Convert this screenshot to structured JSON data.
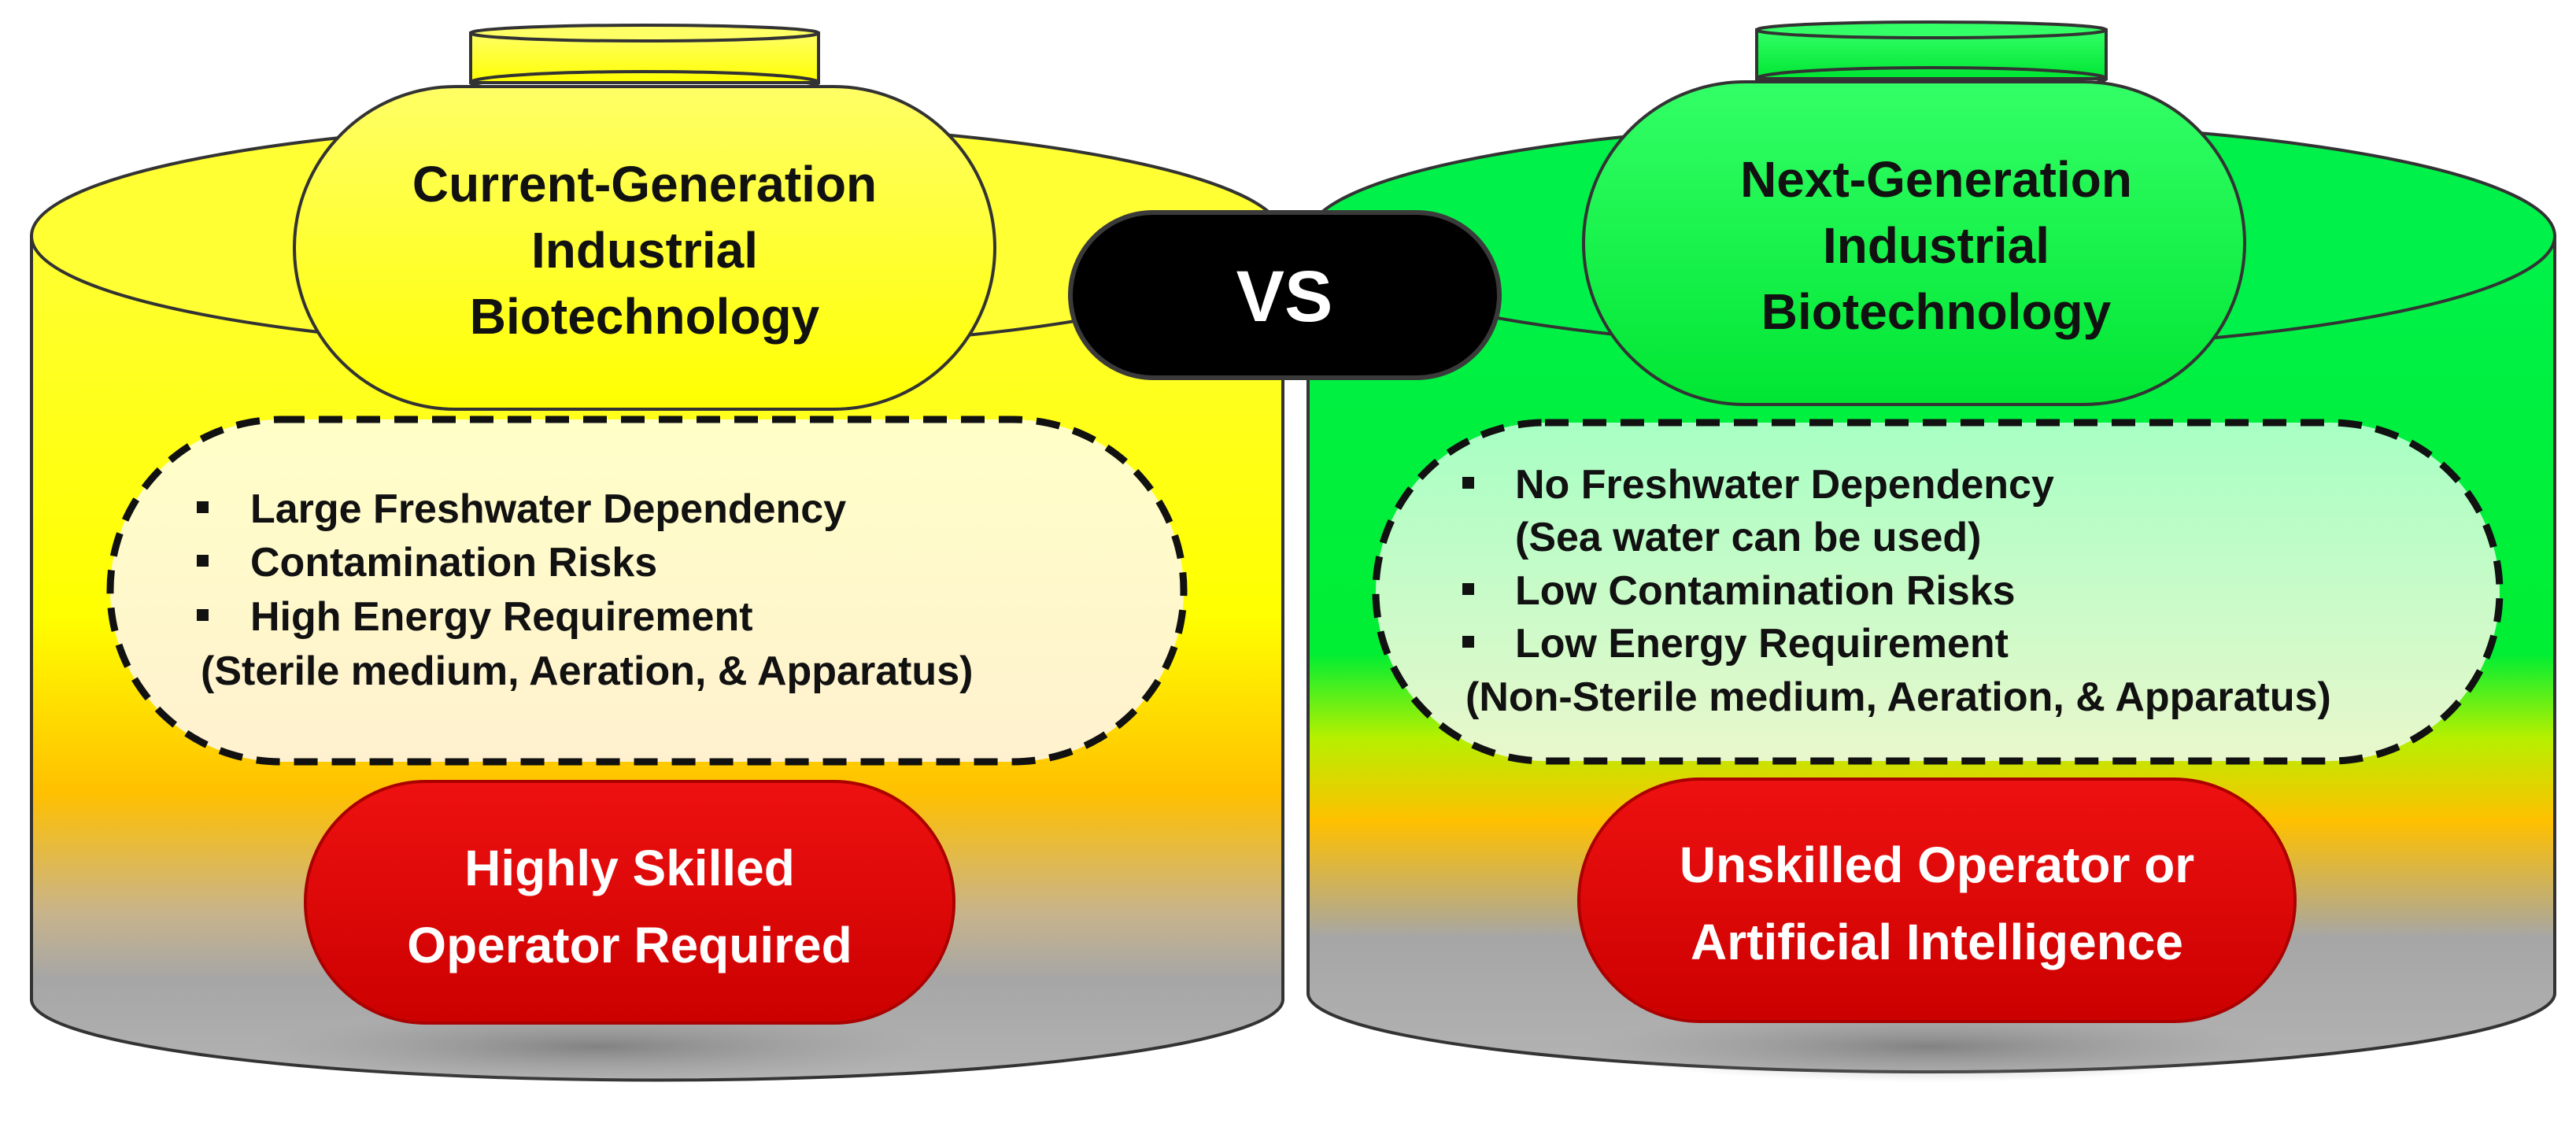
{
  "current": {
    "title_lines": [
      "Current-Generation",
      "Industrial",
      "Biotechnology"
    ],
    "bullets": [
      "Large Freshwater Dependency",
      "Contamination Risks",
      "High Energy Requirement"
    ],
    "note": "(Sterile medium, Aeration, & Apparatus)",
    "operator_lines": [
      "Highly Skilled",
      "Operator Required"
    ],
    "color": "#ffff00"
  },
  "vs_label": "VS",
  "next": {
    "title_lines": [
      "Next-Generation",
      "Industrial",
      "Biotechnology"
    ],
    "bullets": [
      "No Freshwater Dependency",
      "(Sea water can be used)",
      "Low Contamination Risks",
      "Low Energy Requirement"
    ],
    "note": "(Non-Sterile medium, Aeration, & Apparatus)",
    "operator_lines": [
      "Unskilled Operator or",
      "Artificial Intelligence"
    ],
    "color": "#00ee33"
  },
  "bullet_icon": "square-bullet-icon",
  "operator_color": "#dd0000"
}
